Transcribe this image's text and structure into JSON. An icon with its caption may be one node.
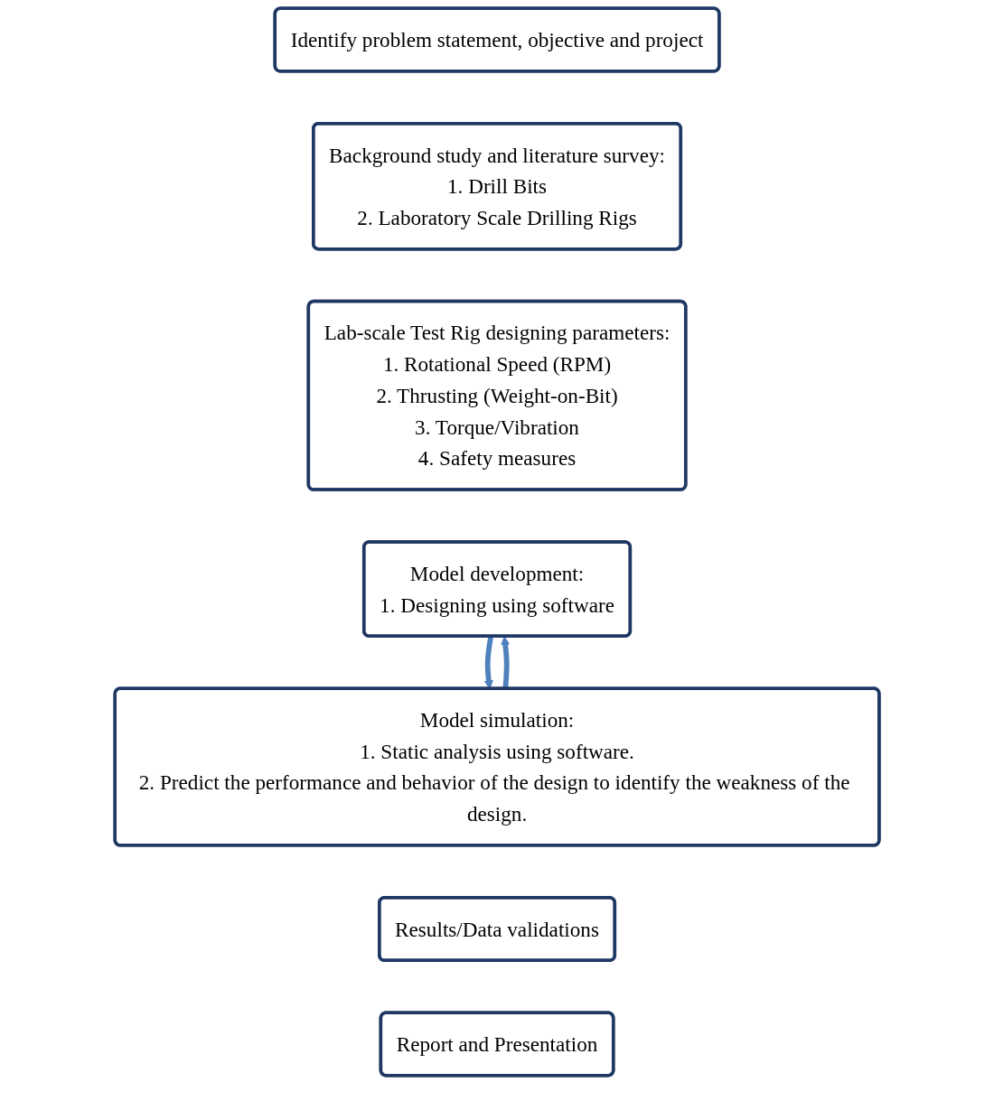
{
  "diagram": {
    "nodes": [
      {
        "text": [
          "Identify problem statement, objective and project"
        ]
      },
      {
        "text": [
          "Background study and literature survey:",
          "1. Drill Bits",
          "2. Laboratory Scale Drilling Rigs"
        ]
      },
      {
        "text": [
          "Lab-scale Test Rig designing parameters:",
          "1. Rotational Speed (RPM)",
          "2. Thrusting (Weight-on-Bit)",
          "3. Torque/Vibration",
          "4. Safety measures"
        ]
      },
      {
        "text": [
          "Model development:",
          "1. Designing using software"
        ]
      },
      {
        "text": [
          "Model simulation:",
          "1. Static analysis using software.",
          "2. Predict the performance and behavior of the design to identify the weakness of the design."
        ]
      },
      {
        "text": [
          "Results/Data validations"
        ]
      },
      {
        "text": [
          "Report and Presentation"
        ]
      }
    ],
    "edges": [
      {
        "from": 3,
        "to": 4,
        "arrow": "to"
      },
      {
        "from": 4,
        "to": 3,
        "arrow": "to"
      }
    ]
  }
}
